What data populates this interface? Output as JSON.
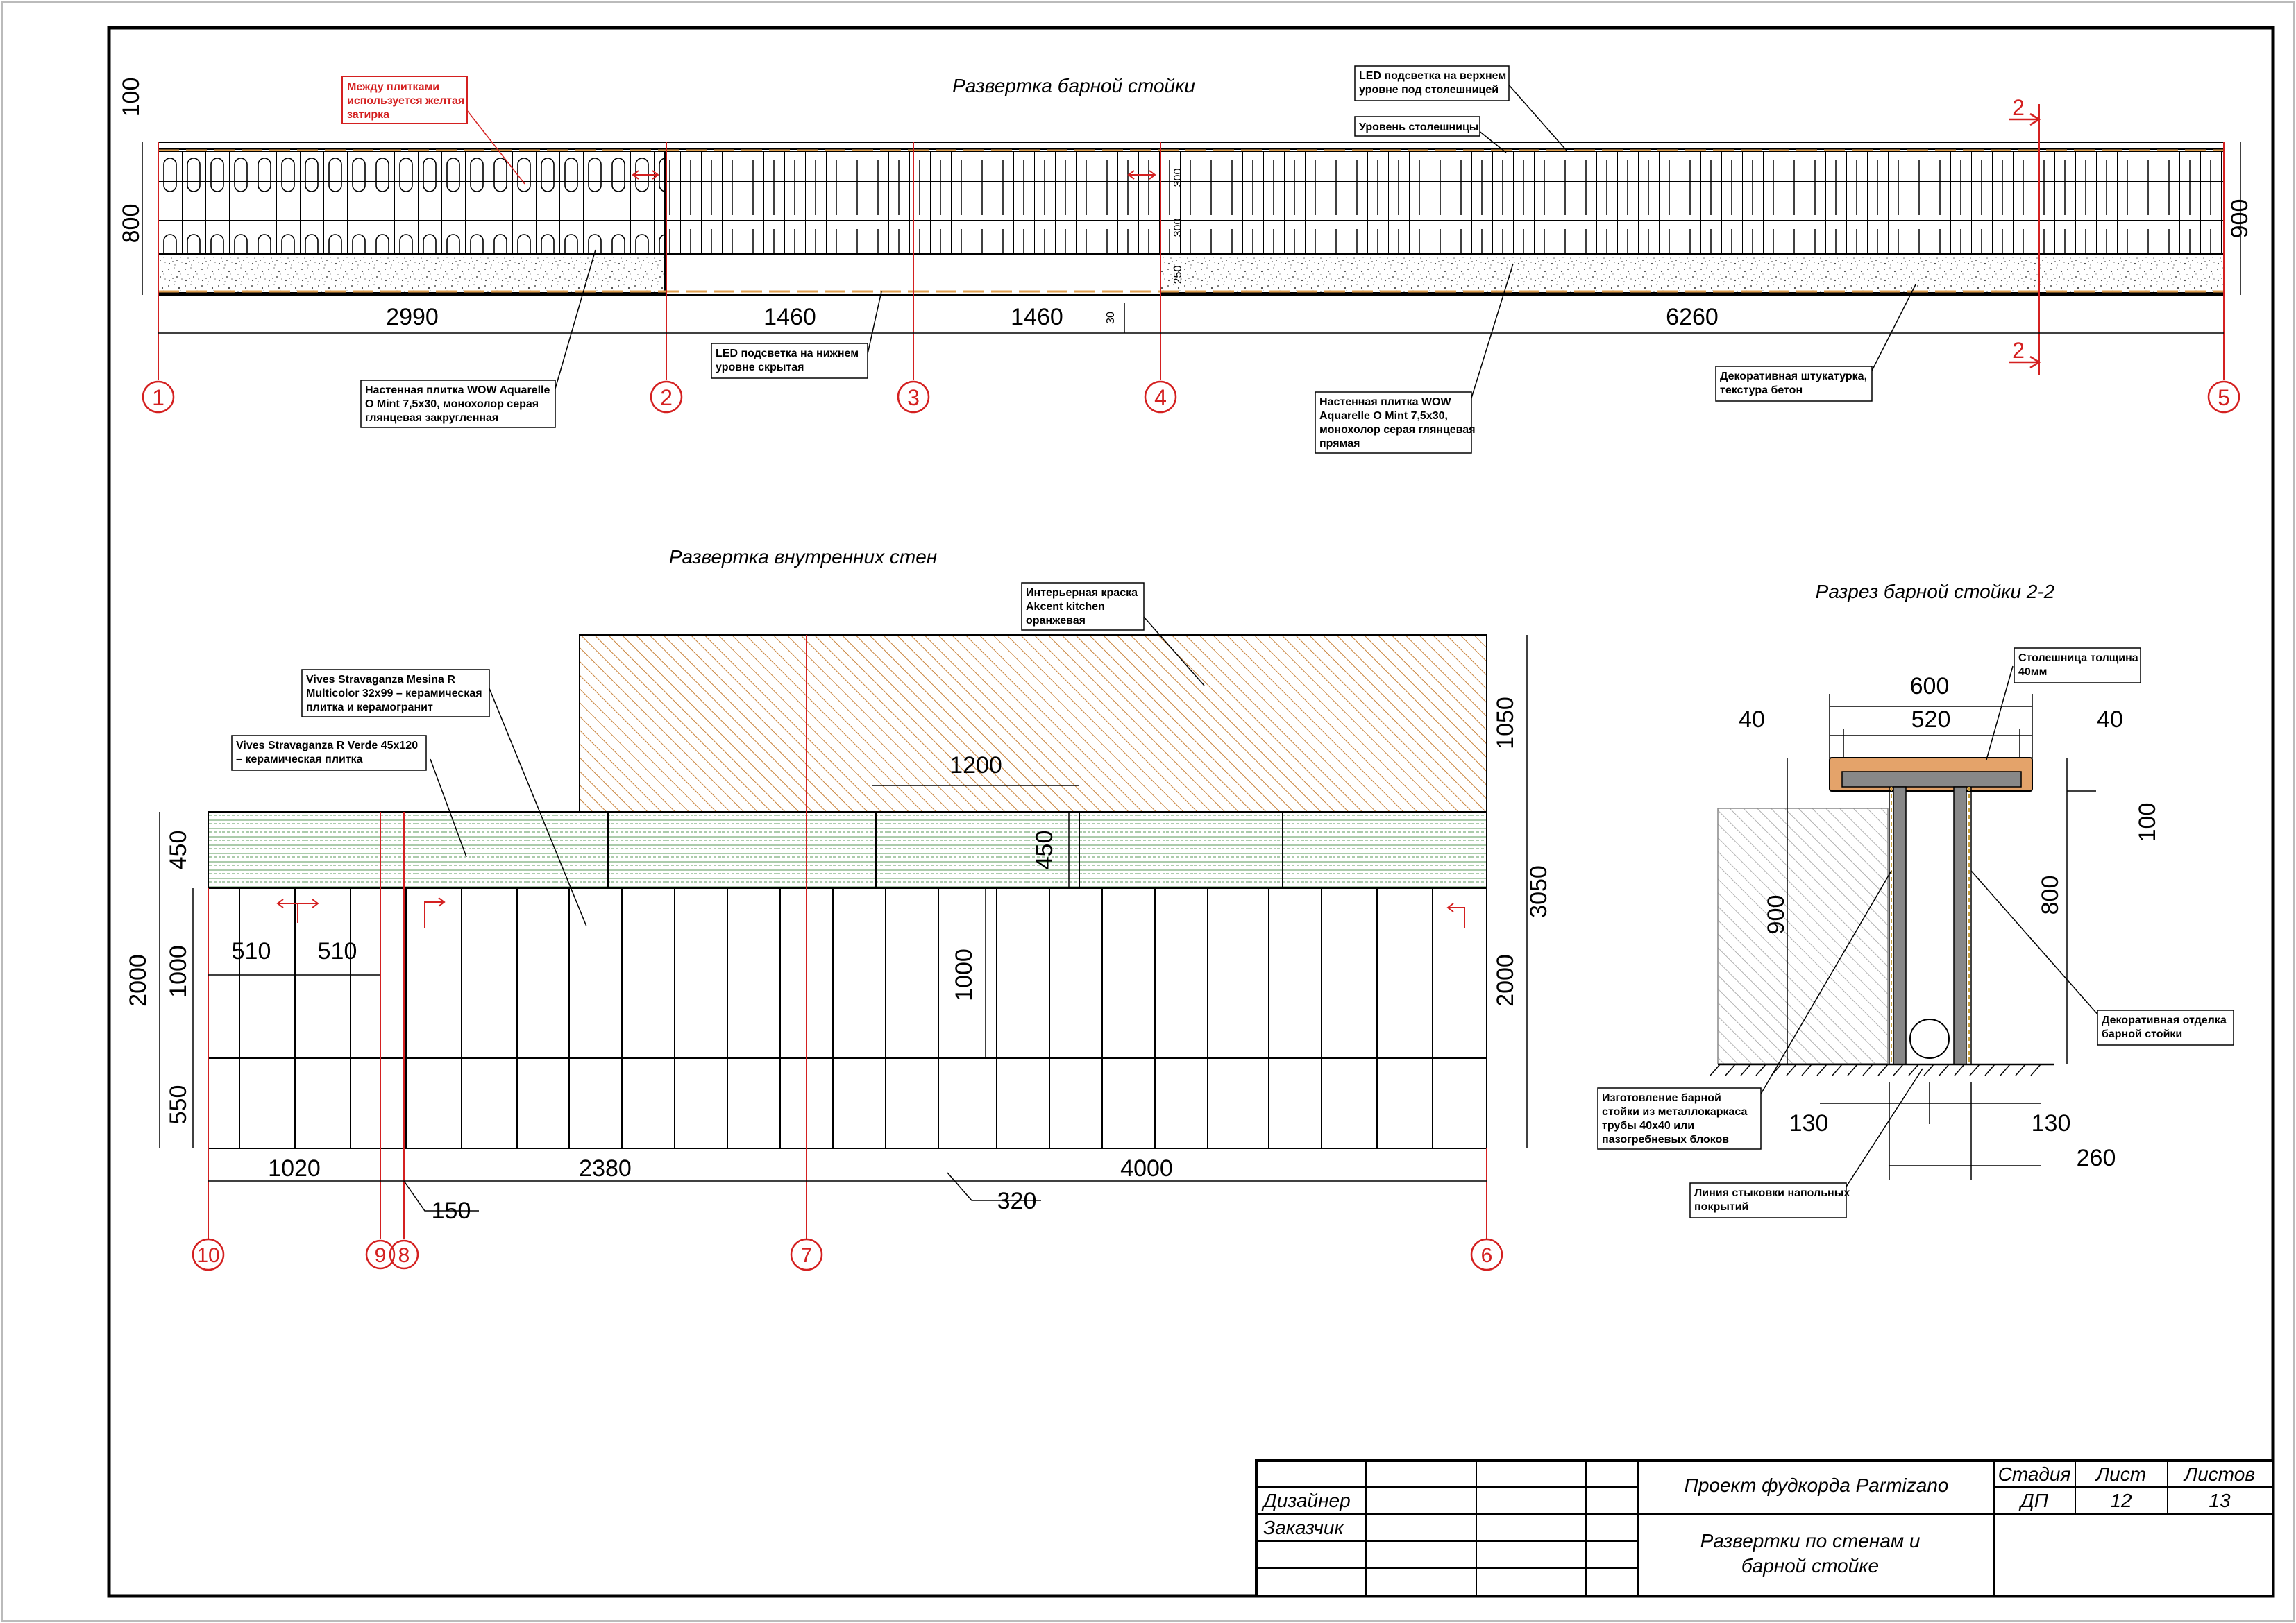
{
  "titles": {
    "bar_elevation": "Развертка барной стойки",
    "inner_walls": "Развертка внутренних стен",
    "bar_section": "Разрез барной стойки 2-2"
  },
  "bar_elevation": {
    "dims_horizontal": [
      "2990",
      "1460",
      "1460",
      "6260"
    ],
    "dims_vertical_left": [
      "100",
      "800"
    ],
    "dim_right": "900",
    "dims_small": [
      "300",
      "300",
      "250",
      "30"
    ],
    "axes": [
      "1",
      "2",
      "3",
      "4",
      "5"
    ],
    "section_mark": "2",
    "notes": {
      "grout_red": [
        "Между плитками",
        "используется желтая",
        "затирка"
      ],
      "led_top": [
        "LED подсветка на верхнем",
        "уровне под столешницей"
      ],
      "counter_level": [
        "Уровень столешницы"
      ],
      "led_bottom": [
        "LED подсветка на нижнем",
        "уровне скрытая"
      ],
      "tile_rounded": [
        "Настенная плитка WOW Aquarelle",
        "O Mint 7,5х30, монохолор серая",
        "глянцевая закругленная"
      ],
      "tile_straight": [
        "Настенная плитка WOW",
        "Aquarelle O Mint 7,5х30,",
        "монохолор серая глянцевая",
        "прямая"
      ],
      "plaster": [
        "Декоративная штукатурка,",
        "текстура бетон"
      ]
    }
  },
  "inner_walls": {
    "dims_bottom": [
      "1020",
      "2380",
      "4000",
      "150",
      "320"
    ],
    "dims_left": [
      "2000",
      "450",
      "1000",
      "550"
    ],
    "dims_mid": [
      "510",
      "510",
      "1200",
      "450",
      "1000"
    ],
    "dims_right": [
      "1050",
      "3050",
      "2000"
    ],
    "axes": [
      "10",
      "9",
      "8",
      "7",
      "6"
    ],
    "notes": {
      "paint": [
        "Интерьерная краска",
        "Akcent kitchen",
        "оранжевая"
      ],
      "mesina": [
        "Vives Stravaganza Mesina R",
        "Multicolor 32х99 – керамическая",
        "плитка и керамогранит"
      ],
      "verde": [
        "Vives Stravaganza R Verde 45х120",
        "– керамическая плитка"
      ]
    }
  },
  "bar_section": {
    "dims": [
      "600",
      "520",
      "40",
      "40",
      "100",
      "900",
      "800",
      "130",
      "130",
      "260"
    ],
    "notes": {
      "countertop": [
        "Столешница толщина",
        "40мм"
      ],
      "finish": [
        "Декоративная отделка",
        "барной стойки"
      ],
      "frame": [
        "Изготовление барной",
        "стойки из металлокаркаса",
        "трубы 40х40 или",
        "пазогребневых блоков"
      ],
      "floor_joint": [
        "Линия стыковки напольных",
        "покрытий"
      ]
    }
  },
  "title_block": {
    "project": "Проект фудкорда Parmizano",
    "sheet_title_1": "Развертки по стенам и",
    "sheet_title_2": "барной стойке",
    "stage_label": "Стадия",
    "sheet_label": "Лист",
    "sheets_label": "Листов",
    "stage": "ДП",
    "sheet": "12",
    "sheets": "13",
    "designer": "Дизайнер",
    "customer": "Заказчик"
  },
  "colors": {
    "axis_red": "#d42020",
    "paint_orange": "#c8823a",
    "tile_green": "#5a9a5a",
    "led_orange": "#e0a050"
  }
}
